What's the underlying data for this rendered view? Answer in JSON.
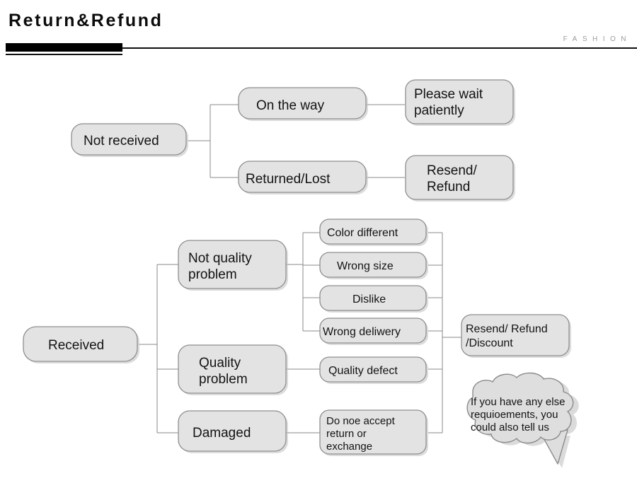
{
  "header": {
    "title": "Return&Refund",
    "brand": "FASHION"
  },
  "flow": {
    "not_received": {
      "root": "Not received",
      "branches": [
        {
          "label": "On the way",
          "outcome_line1": "Please wait",
          "outcome_line2": "patiently"
        },
        {
          "label": "Returned/Lost",
          "outcome_line1": "Resend/",
          "outcome_line2": "Refund"
        }
      ]
    },
    "received": {
      "root": "Received",
      "categories": [
        {
          "line1": "Not quality",
          "line2": "problem"
        },
        {
          "line1": "Quality",
          "line2": "problem"
        },
        {
          "line1": "Damaged",
          "line2": ""
        }
      ],
      "reasons": [
        "Color different",
        "Wrong size",
        "Dislike",
        "Wrong deliwery",
        "Quality defect"
      ],
      "damaged_policy": {
        "line1": "Do noe accept",
        "line2": "return or",
        "line3": "exchange"
      },
      "outcome": {
        "line1": "Resend/ Refund",
        "line2": "/Discount"
      },
      "callout": {
        "line1": "If you have any else",
        "line2": "requioements, you",
        "line3": "could also tell us"
      }
    }
  }
}
